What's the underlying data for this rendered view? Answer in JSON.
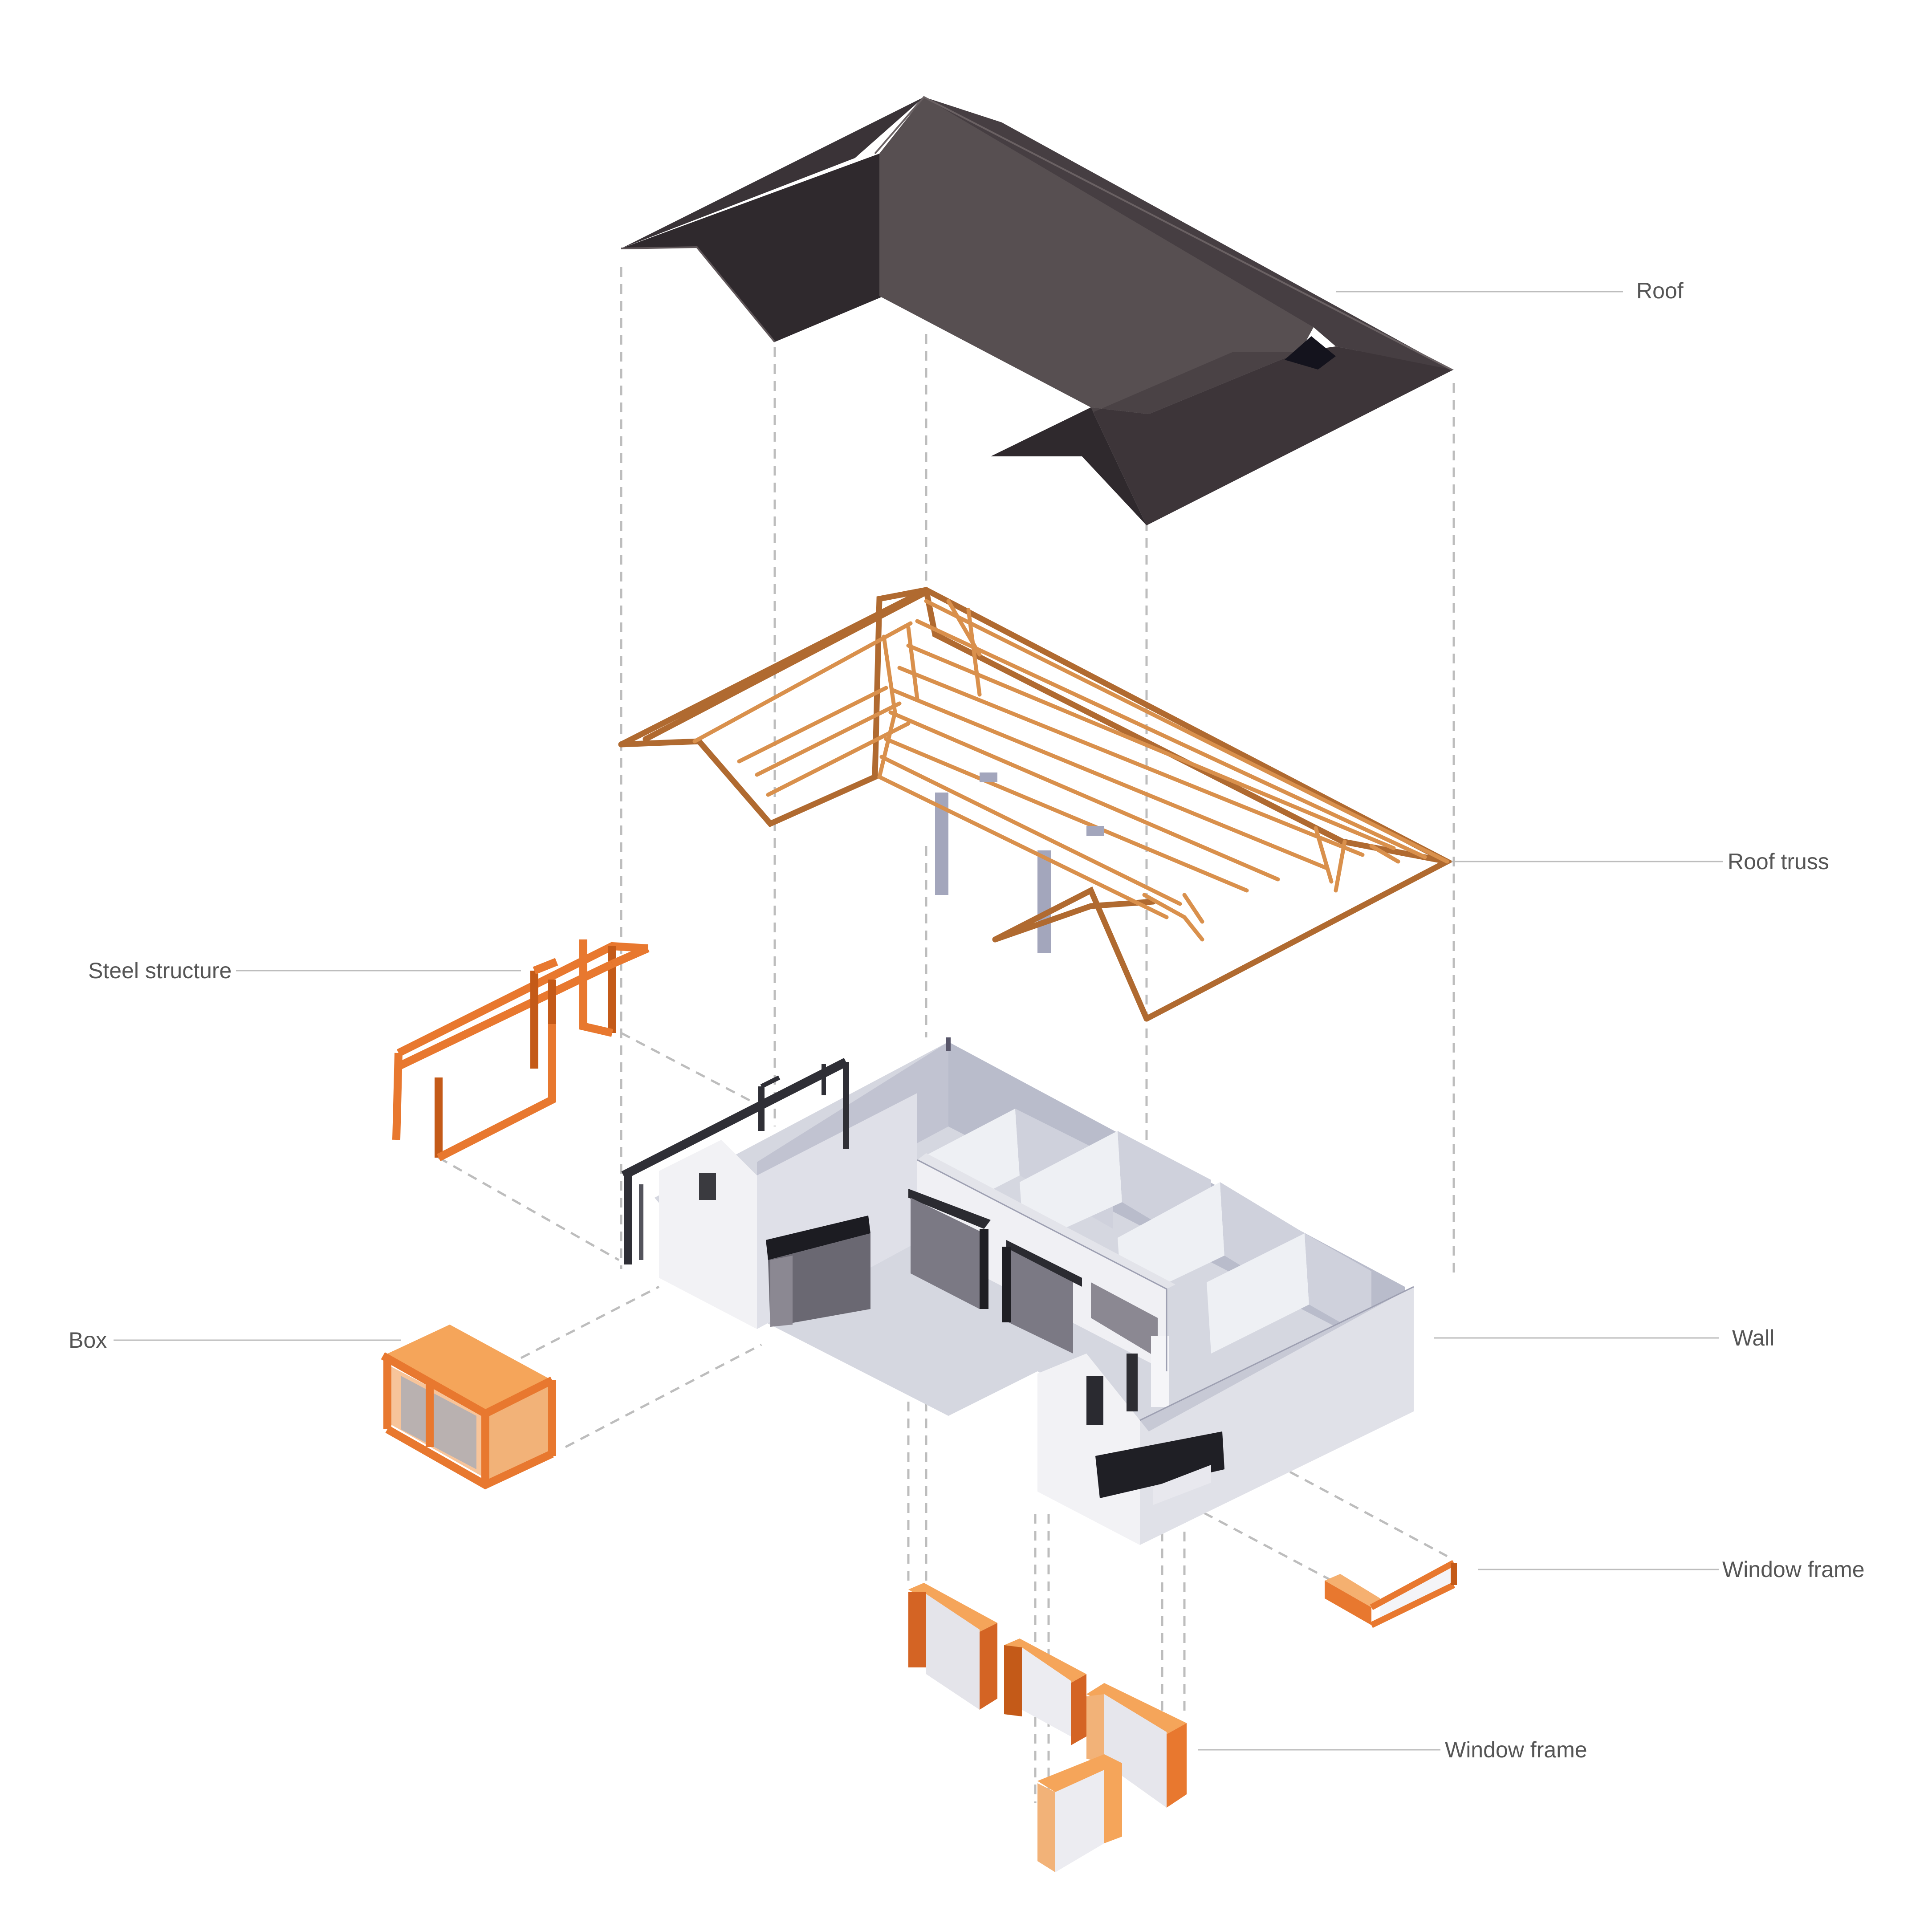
{
  "labels": {
    "roof": "Roof",
    "roof_truss": "Roof truss",
    "steel_structure": "Steel structure",
    "box": "Box",
    "wall": "Wall",
    "window_frame_right": "Window frame",
    "window_frame_bottom": "Window frame"
  },
  "colors": {
    "roof": "#4e4649",
    "roof_dark": "#2f292d",
    "timber": "#b06a30",
    "steel": "#e8782f",
    "box": "#f5a55a",
    "wall_light": "#eeeef2",
    "wall_shade": "#b9bccb",
    "floor": "#cfd1dc",
    "glass": "#6c6a72",
    "label_text": "#555555",
    "guide_line": "#bdbdbd"
  }
}
